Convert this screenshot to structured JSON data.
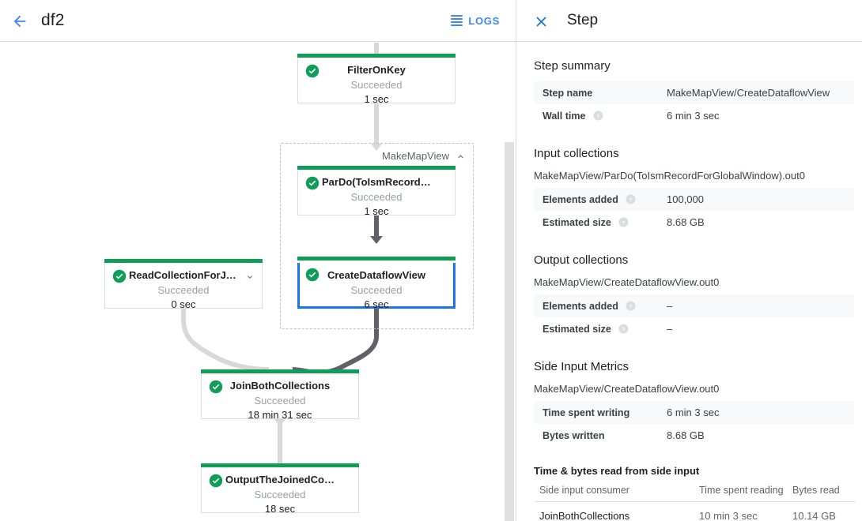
{
  "topbar": {
    "back_icon": "arrow-left-icon",
    "job_title": "df2",
    "logs_label": "LOGS",
    "logs_icon": "list-icon",
    "accent_color": "#4285f4"
  },
  "graph": {
    "composite": {
      "label": "MakeMapView",
      "collapse_icon": "chevron-up-icon"
    },
    "nodes": [
      {
        "id": "FilterOnKey",
        "name": "FilterOnKey",
        "status": "Succeeded",
        "time": "1 sec",
        "status_icon": "check-circle-icon",
        "accent_color": "#0f9d58",
        "selected": false,
        "has_chevron": false
      },
      {
        "id": "ParDo",
        "name": "ParDo(ToIsmRecordFor…",
        "status": "Succeeded",
        "time": "1 sec",
        "status_icon": "check-circle-icon",
        "accent_color": "#0f9d58",
        "selected": false,
        "has_chevron": false
      },
      {
        "id": "CreateDataflowView",
        "name": "CreateDataflowView",
        "status": "Succeeded",
        "time": "6 sec",
        "status_icon": "check-circle-icon",
        "accent_color": "#0f9d58",
        "selected": true,
        "has_chevron": false
      },
      {
        "id": "ReadCollectionForJoin",
        "name": "ReadCollectionForJoin",
        "status": "Succeeded",
        "time": "0 sec",
        "status_icon": "check-circle-icon",
        "accent_color": "#0f9d58",
        "selected": false,
        "has_chevron": true,
        "chevron_icon": "chevron-down-icon"
      },
      {
        "id": "JoinBothCollections",
        "name": "JoinBothCollections",
        "status": "Succeeded",
        "time": "18 min 31 sec",
        "status_icon": "check-circle-icon",
        "accent_color": "#0f9d58",
        "selected": false,
        "has_chevron": false
      },
      {
        "id": "OutputTheJoinedCollection",
        "name": "OutputTheJoinedCollec…",
        "status": "Succeeded",
        "time": "18 sec",
        "status_icon": "check-circle-icon",
        "accent_color": "#0f9d58",
        "selected": false,
        "has_chevron": false
      }
    ]
  },
  "right_panel": {
    "close_icon": "close-icon",
    "title": "Step",
    "step_summary": {
      "heading": "Step summary",
      "rows": [
        {
          "key": "Step name",
          "value": "MakeMapView/CreateDataflowView",
          "help": false
        },
        {
          "key": "Wall time",
          "value": "6 min 3 sec",
          "help": true
        }
      ]
    },
    "input_collections": {
      "heading": "Input collections",
      "collection_name": "MakeMapView/ParDo(ToIsmRecordForGlobalWindow).out0",
      "rows": [
        {
          "key": "Elements added",
          "value": "100,000",
          "help": true
        },
        {
          "key": "Estimated size",
          "value": "8.68 GB",
          "help": true
        }
      ]
    },
    "output_collections": {
      "heading": "Output collections",
      "collection_name": "MakeMapView/CreateDataflowView.out0",
      "rows": [
        {
          "key": "Elements added",
          "value": "–",
          "help": true
        },
        {
          "key": "Estimated size",
          "value": "–",
          "help": true
        }
      ]
    },
    "side_input_metrics": {
      "heading": "Side Input Metrics",
      "collection_name": "MakeMapView/CreateDataflowView.out0",
      "rows": [
        {
          "key": "Time spent writing",
          "value": "6 min 3 sec",
          "help": false
        },
        {
          "key": "Bytes written",
          "value": "8.68 GB",
          "help": false
        }
      ],
      "table_title": "Time & bytes read from side input",
      "columns": [
        "Side input consumer",
        "Time spent reading",
        "Bytes read"
      ],
      "rows_data": [
        [
          "JoinBothCollections",
          "10 min 3 sec",
          "10.14 GB"
        ]
      ]
    }
  }
}
